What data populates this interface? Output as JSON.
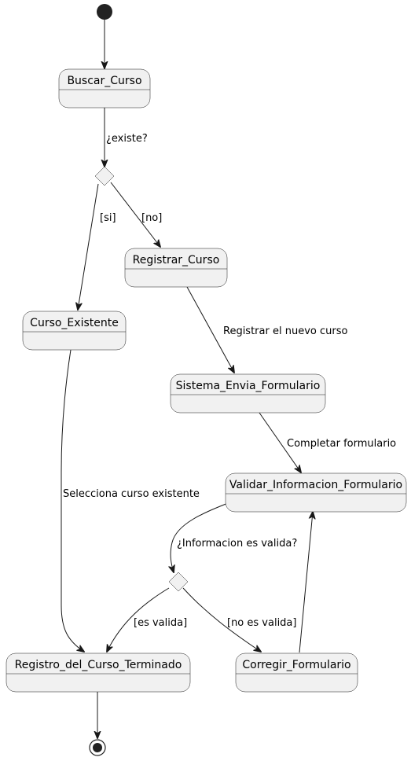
{
  "states": {
    "buscar_curso": "Buscar_Curso",
    "registrar_curso": "Registrar_Curso",
    "curso_existente": "Curso_Existente",
    "sistema_envia_formulario": "Sistema_Envia_Formulario",
    "validar_informacion_formulario": "Validar_Informacion_Formulario",
    "registro_del_curso_terminado": "Registro_del_Curso_Terminado",
    "corregir_formulario": "Corregir_Formulario"
  },
  "transitions": {
    "existe": "¿existe?",
    "si": "[si]",
    "no": "[no]",
    "registrar_nuevo": "Registrar el nuevo curso",
    "completar_formulario": "Completar formulario",
    "selecciona_existente": "Selecciona curso existente",
    "informacion_valida": "¿Informacion es valida?",
    "es_valida": "[es valida]",
    "no_es_valida": "[no es valida]"
  }
}
